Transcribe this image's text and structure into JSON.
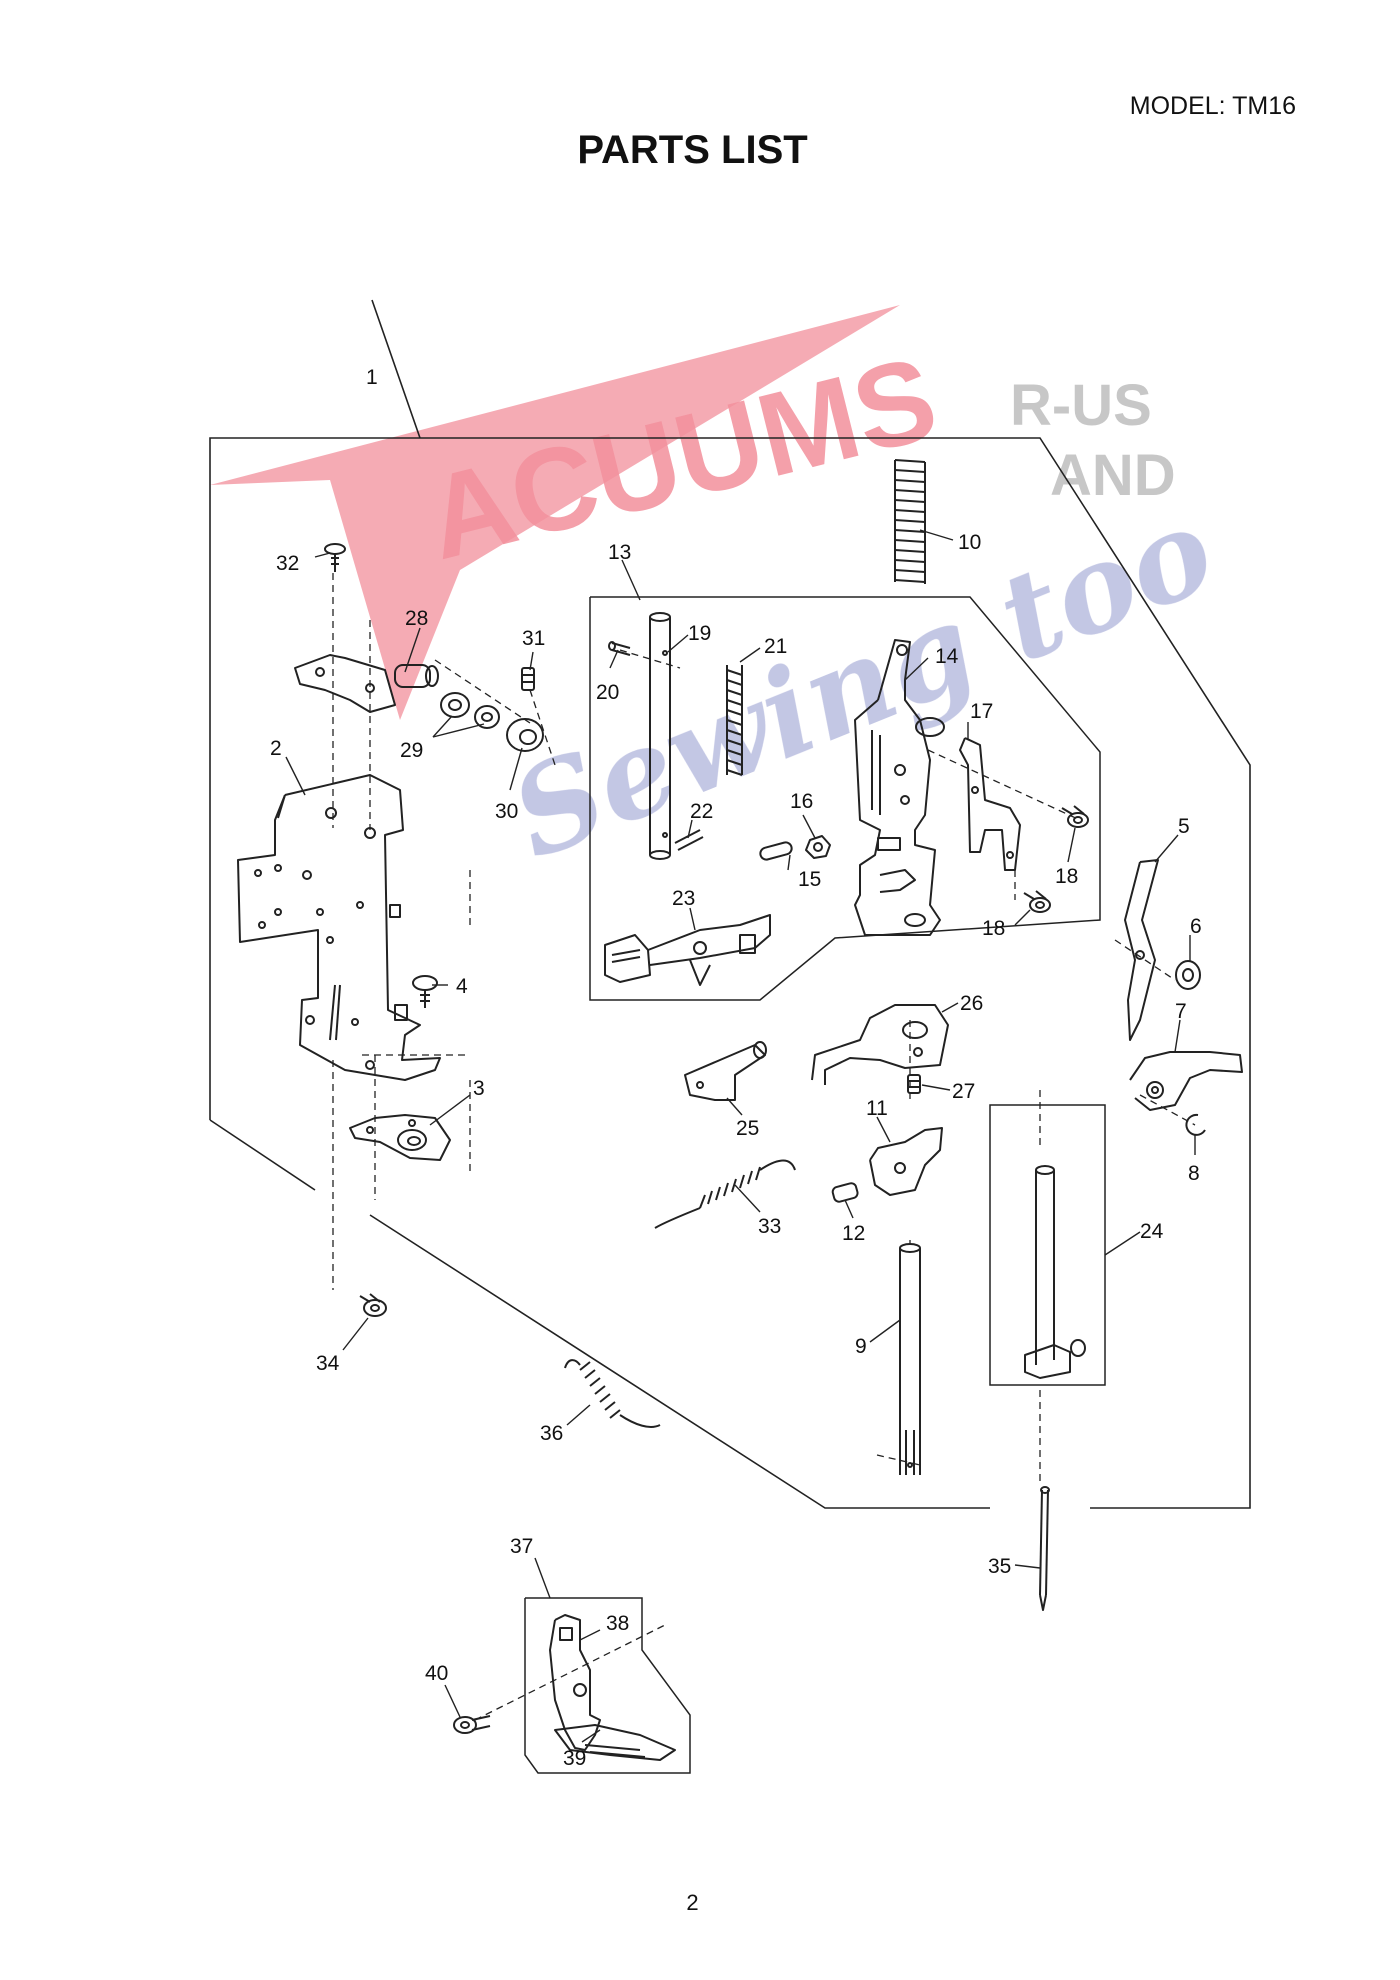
{
  "header": {
    "model": "MODEL: TM16",
    "title": "PARTS LIST"
  },
  "watermark": {
    "word1": "ACUUMS",
    "word2": "R-US",
    "word3": "AND",
    "word4": "Sewing too",
    "colors": {
      "red": "#e8344a",
      "gray": "#9a9a9a",
      "blue": "#3b47a8"
    }
  },
  "callouts": [
    "1",
    "2",
    "3",
    "4",
    "5",
    "6",
    "7",
    "8",
    "9",
    "10",
    "11",
    "12",
    "13",
    "14",
    "15",
    "16",
    "17",
    "18",
    "18",
    "19",
    "20",
    "21",
    "22",
    "23",
    "24",
    "25",
    "26",
    "27",
    "28",
    "29",
    "30",
    "31",
    "32",
    "33",
    "34",
    "35",
    "36",
    "37",
    "38",
    "39",
    "40"
  ],
  "footer": {
    "page": "2"
  }
}
